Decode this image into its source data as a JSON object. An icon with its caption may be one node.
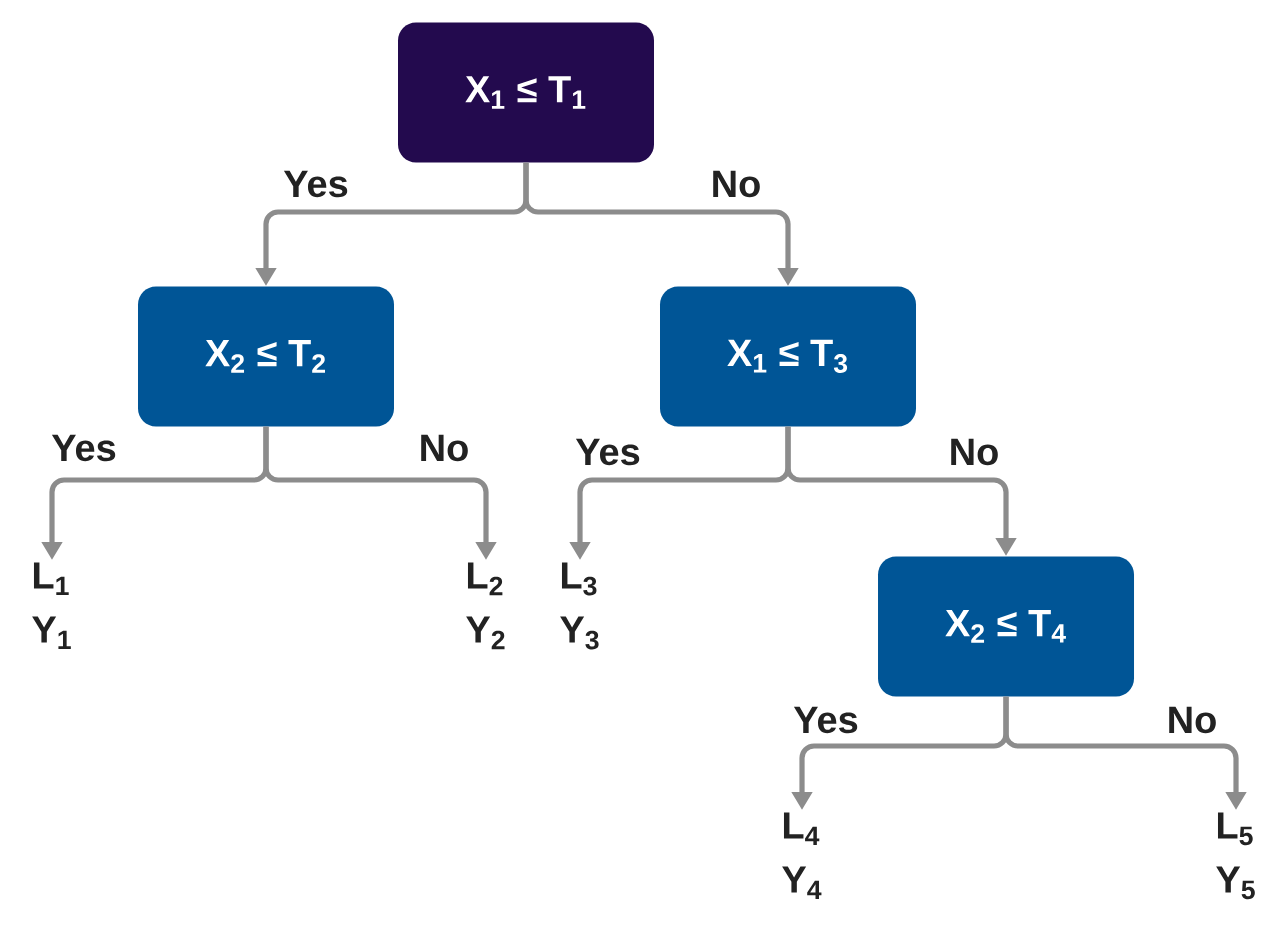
{
  "diagram": {
    "nodes": [
      {
        "text": [
          "X$_{1}$ ≤ T$_{1}$"
        ]
      },
      {
        "text": [
          "X$_{2}$ ≤ T$_{2}$"
        ]
      },
      {
        "text": [
          "X$_{1}$ ≤ T$_{3}$"
        ]
      },
      {
        "text": [
          "L$_{1}$",
          "Y$_{1}$"
        ]
      },
      {
        "text": [
          "L$_{2}$",
          "Y$_{2}$"
        ]
      },
      {
        "text": [
          "L$_{3}$",
          "Y$_{3}$"
        ]
      },
      {
        "text": [
          "X$_{2}$ ≤ T$_{4}$"
        ]
      },
      {
        "text": [
          "L$_{4}$",
          "Y$_{4}$"
        ]
      },
      {
        "text": [
          "L$_{5}$",
          "Y$_{5}$"
        ]
      }
    ],
    "edges": [
      {
        "from": 0,
        "to": 1,
        "arrow": "to",
        "label": "Yes"
      },
      {
        "from": 0,
        "to": 2,
        "arrow": "to",
        "label": "No"
      },
      {
        "from": 1,
        "to": 3,
        "arrow": "to",
        "label": "Yes"
      },
      {
        "from": 1,
        "to": 4,
        "arrow": "to",
        "label": "No"
      },
      {
        "from": 2,
        "to": 5,
        "arrow": "to",
        "label": "Yes"
      },
      {
        "from": 2,
        "to": 6,
        "arrow": "to",
        "label": "No"
      },
      {
        "from": 6,
        "to": 7,
        "arrow": "to",
        "label": "Yes"
      },
      {
        "from": 6,
        "to": 8,
        "arrow": "to",
        "label": "No"
      }
    ]
  }
}
